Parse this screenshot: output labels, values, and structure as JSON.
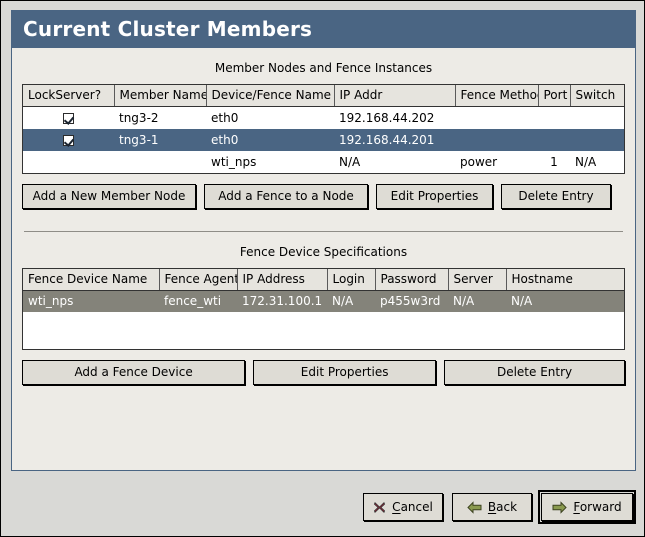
{
  "window": {
    "title": "Current Cluster Members"
  },
  "sections": {
    "members": {
      "label": "Member Nodes and Fence Instances",
      "columns": [
        "LockServer?",
        "Member Name",
        "Device/Fence Name",
        "IP Addr",
        "Fence Method",
        "Port",
        "Switch"
      ],
      "rows": [
        {
          "lockserver_checked": true,
          "member_name": "tng3-2",
          "device_fence_name": "eth0",
          "ip_addr": "192.168.44.202",
          "fence_method": "",
          "port": "",
          "switch": "",
          "selected": false
        },
        {
          "lockserver_checked": true,
          "member_name": "tng3-1",
          "device_fence_name": "eth0",
          "ip_addr": "192.168.44.201",
          "fence_method": "",
          "port": "",
          "switch": "",
          "selected": true
        },
        {
          "lockserver_checked": false,
          "member_name": "",
          "device_fence_name": "wti_nps",
          "ip_addr": "N/A",
          "fence_method": "power",
          "port": "1",
          "switch": "N/A",
          "selected": false
        }
      ],
      "buttons": [
        {
          "label": "Add a New Member Node"
        },
        {
          "label": "Add a Fence to a Node"
        },
        {
          "label": "Edit Properties"
        },
        {
          "label": "Delete Entry"
        }
      ]
    },
    "fence_devices": {
      "label": "Fence Device Specifications",
      "columns": [
        "Fence Device Name",
        "Fence Agent",
        "IP Address",
        "Login",
        "Password",
        "Server",
        "Hostname"
      ],
      "rows": [
        {
          "fence_device_name": "wti_nps",
          "fence_agent": "fence_wti",
          "ip_address": "172.31.100.1",
          "login": "N/A",
          "password": "p455w3rd",
          "server": "N/A",
          "hostname": "N/A",
          "selected": true
        }
      ],
      "buttons": [
        {
          "label": "Add a Fence Device"
        },
        {
          "label": "Edit Properties"
        },
        {
          "label": "Delete Entry"
        }
      ]
    }
  },
  "footer": {
    "cancel": {
      "label_pre": "",
      "label_accel": "C",
      "label_post": "ancel",
      "icon": "cancel-x-icon"
    },
    "back": {
      "label_pre": "",
      "label_accel": "B",
      "label_post": "ack",
      "icon": "arrow-left-icon"
    },
    "forward": {
      "label_pre": "",
      "label_accel": "F",
      "label_post": "orward",
      "icon": "arrow-right-icon"
    }
  },
  "colors": {
    "titlebar_bg": "#4a6583",
    "panel_bg": "#edebe6",
    "selection_focus": "#4a6583",
    "selection_unfocus": "#84837a",
    "arrow_green": "#8a9a4f",
    "cancel_red": "#8c2f3e"
  }
}
